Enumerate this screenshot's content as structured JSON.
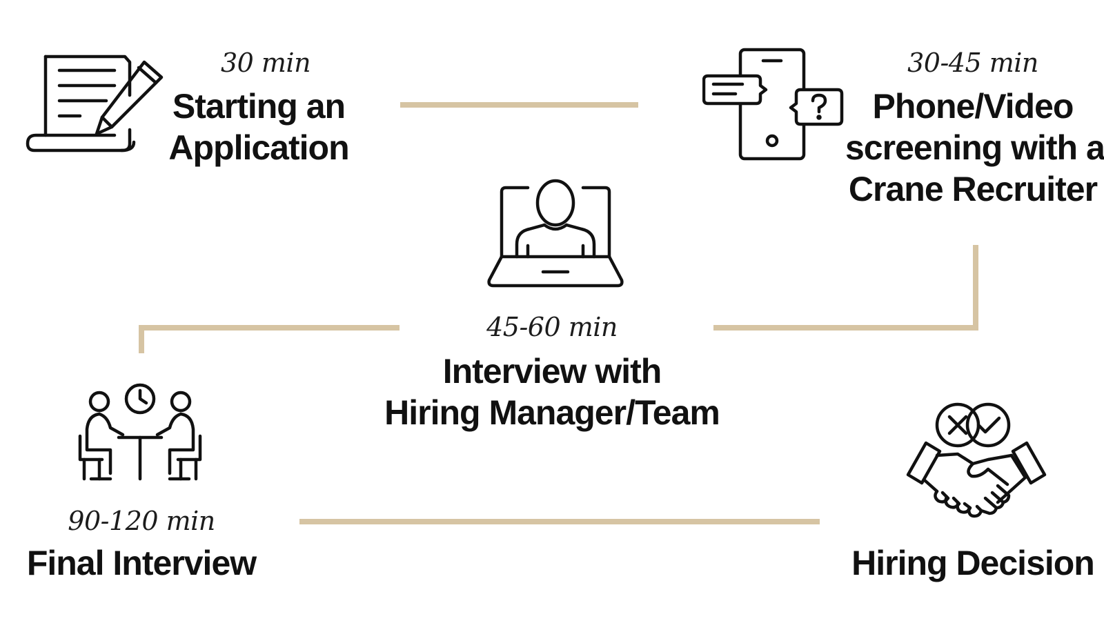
{
  "colors": {
    "connector": "#d6c4a3",
    "ink": "#111111"
  },
  "steps": [
    {
      "icon": "document-pen-icon",
      "duration": "30 min",
      "title_lines": [
        "Starting an",
        "Application"
      ]
    },
    {
      "icon": "phone-chat-question-icon",
      "duration": "30-45 min",
      "title_lines": [
        "Phone/Video",
        "screening with a",
        "Crane Recruiter"
      ]
    },
    {
      "icon": "laptop-video-call-icon",
      "duration": "45-60 min",
      "title_lines": [
        "Interview with",
        "Hiring Manager/Team"
      ]
    },
    {
      "icon": "meeting-table-clock-icon",
      "duration": "90-120 min",
      "title_lines": [
        "Final Interview"
      ]
    },
    {
      "icon": "handshake-decision-icon",
      "duration": "",
      "title_lines": [
        "Hiring Decision"
      ]
    }
  ]
}
